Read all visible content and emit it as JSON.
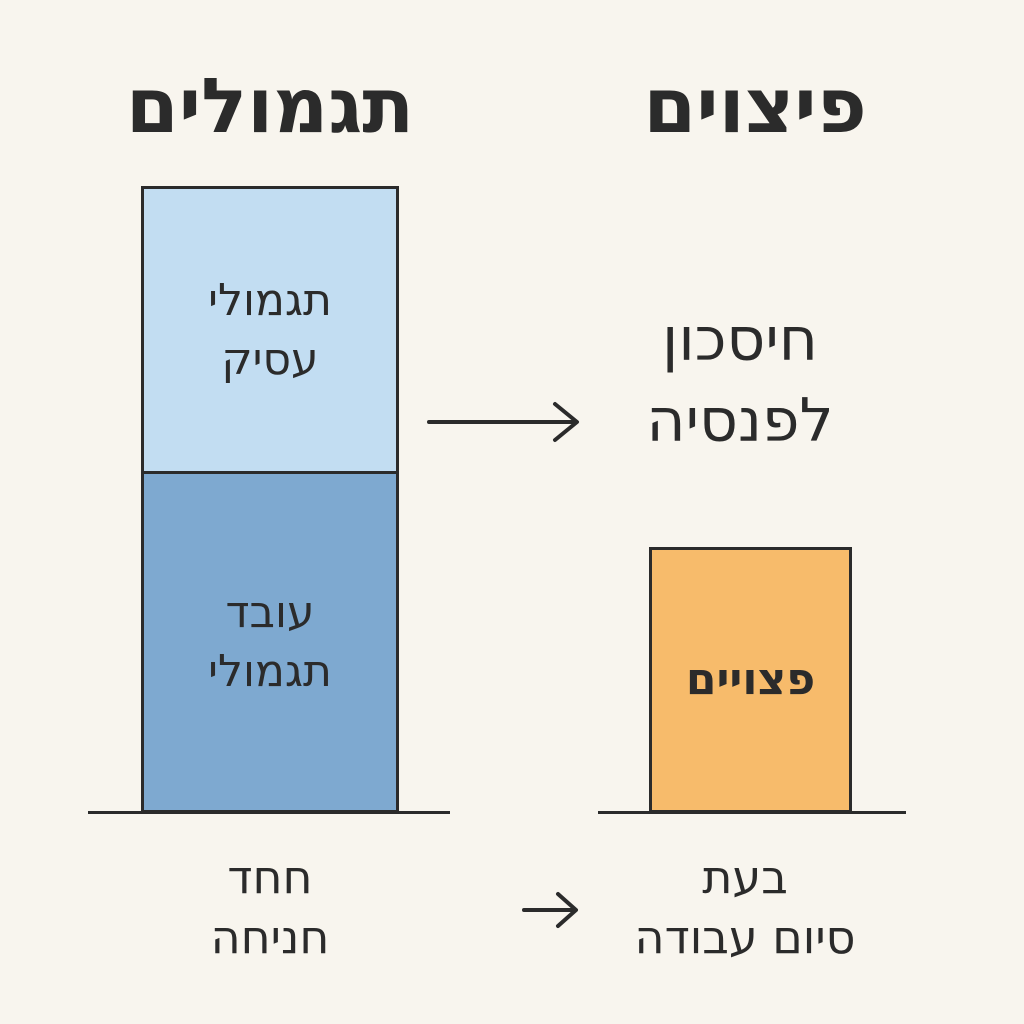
{
  "left": {
    "heading": "תגמולים",
    "top_box": {
      "label": "תגמולי\nעסיק",
      "color": "#c2ddf2"
    },
    "bottom_box": {
      "label": "עובד\nתגמולי",
      "color": "#7ea9d0"
    },
    "caption": "חחד\nחניחה"
  },
  "right": {
    "heading": "פיצוים",
    "middle_text": "חיסכון\nלפנסיה",
    "box": {
      "label": "פצויים",
      "color": "#f7bb6b"
    },
    "caption": "בעת\nסיום עבודה"
  },
  "icons": {
    "long_arrow": "arrow-right-icon",
    "short_arrow": "arrow-right-icon"
  },
  "colors": {
    "background": "#f8f5ee",
    "ink": "#2b2b2b"
  }
}
